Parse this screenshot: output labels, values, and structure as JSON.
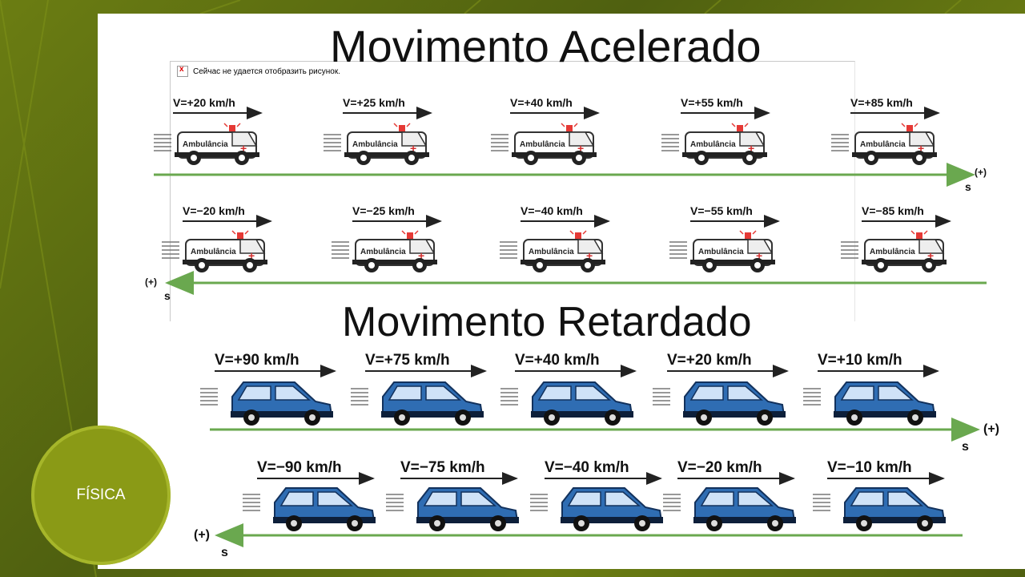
{
  "titles": {
    "accelerated": "Movimento Acelerado",
    "retarded": "Movimento Retardado"
  },
  "broken_image": {
    "message": "Сейчас не удается отобразить рисунок."
  },
  "axis": {
    "positive": "(+)",
    "s": "s"
  },
  "ambulance_label": "Ambulância",
  "accelerated_positive": [
    "V=+20 km/h",
    "V=+25 km/h",
    "V=+40 km/h",
    "V=+55 km/h",
    "V=+85 km/h"
  ],
  "accelerated_negative": [
    "V=−20 km/h",
    "V=−25 km/h",
    "V=−40 km/h",
    "V=−55 km/h",
    "V=−85 km/h"
  ],
  "retarded_positive": [
    "V=+90 km/h",
    "V=+75 km/h",
    "V=+40 km/h",
    "V=+20 km/h",
    "V=+10 km/h"
  ],
  "retarded_negative": [
    "V=−90 km/h",
    "V=−75 km/h",
    "V=−40 km/h",
    "V=−20 km/h",
    "V=−10 km/h"
  ],
  "badge": {
    "label": "FÍSICA"
  },
  "colors": {
    "olive": "#5c6f12",
    "circle": "#8a9a16",
    "road": "#6aa84f",
    "car": "#2f6db3",
    "siren": "#e53935"
  }
}
